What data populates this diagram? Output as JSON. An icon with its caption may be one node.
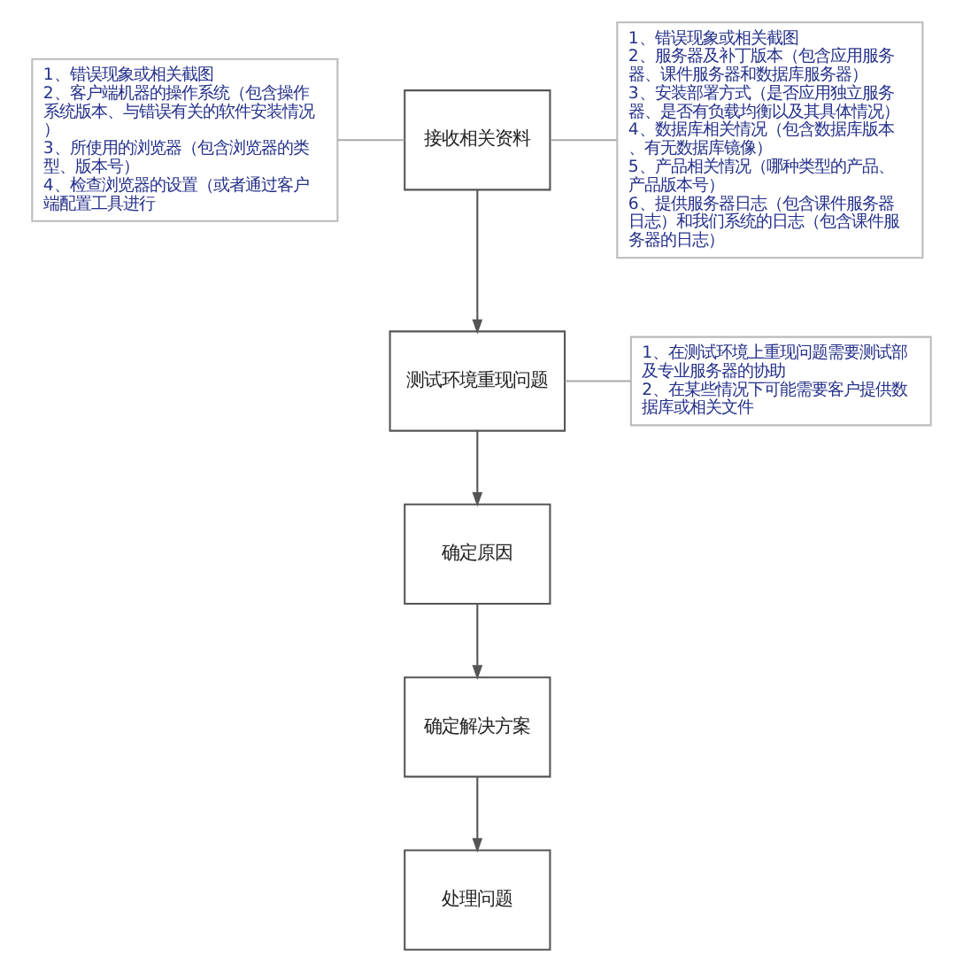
{
  "diagram": {
    "nodes": [
      {
        "text": [
          "1、错误现象或相关截图",
          "2、客户端机器的操作系统（包含操作系统版本、与错误有关的软件安装情况）",
          "3、所使用的浏览器（包含浏览器的类型、版本号）",
          "4、检查浏览器的设置（或者通过客户端配置工具进行"
        ]
      },
      {
        "text": [
          "接收相关资料"
        ]
      },
      {
        "text": [
          "1、错误现象或相关截图",
          "2、服务器及补丁版本（包含应用服务器、课件服务器和数据库服务器）",
          "3、安装部署方式（是否应用独立服务器、是否有负载均衡以及其具体情况）",
          "4、数据库相关情况（包含数据库版本、有无数据库镜像）",
          "5、产品相关情况（哪种类型的产品、产品版本号）",
          "6、提供服务器日志（包含课件服务器日志）和我们系统的日志（包含课件服务器的日志）"
        ]
      },
      {
        "text": [
          "测试环境重现问题"
        ]
      },
      {
        "text": [
          "1、在测试环境上重现问题需要测试部及专业服务器的协助",
          "2、在某些情况下可能需要客户提供数据库或相关文件"
        ]
      },
      {
        "text": [
          "确定原因"
        ]
      },
      {
        "text": [
          "确定解决方案"
        ]
      },
      {
        "text": [
          "处理问题"
        ]
      }
    ],
    "edges": [
      {
        "from": 0,
        "to": 1,
        "arrow": "none"
      },
      {
        "from": 1,
        "to": 2,
        "arrow": "none"
      },
      {
        "from": 1,
        "to": 3,
        "arrow": "to"
      },
      {
        "from": 3,
        "to": 4,
        "arrow": "none"
      },
      {
        "from": 3,
        "to": 5,
        "arrow": "to"
      },
      {
        "from": 5,
        "to": 6,
        "arrow": "to"
      },
      {
        "from": 6,
        "to": 7,
        "arrow": "to"
      }
    ]
  }
}
